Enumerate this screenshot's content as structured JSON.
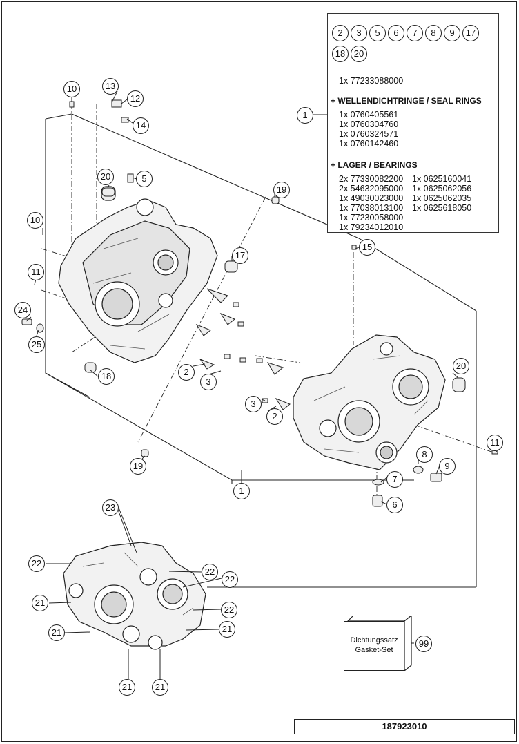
{
  "callouts": [
    {
      "id": "c10a",
      "label": "10"
    },
    {
      "id": "c13",
      "label": "13"
    },
    {
      "id": "c12",
      "label": "12"
    },
    {
      "id": "c14",
      "label": "14"
    },
    {
      "id": "c20a",
      "label": "20"
    },
    {
      "id": "c5",
      "label": "5"
    },
    {
      "id": "c19a",
      "label": "19"
    },
    {
      "id": "c10b",
      "label": "10"
    },
    {
      "id": "c17",
      "label": "17"
    },
    {
      "id": "c11a",
      "label": "11"
    },
    {
      "id": "c24",
      "label": "24"
    },
    {
      "id": "c25",
      "label": "25"
    },
    {
      "id": "c18",
      "label": "18"
    },
    {
      "id": "c2a",
      "label": "2"
    },
    {
      "id": "c3a",
      "label": "3"
    },
    {
      "id": "c19b",
      "label": "19"
    },
    {
      "id": "c15",
      "label": "15"
    },
    {
      "id": "c20b",
      "label": "20"
    },
    {
      "id": "c3b",
      "label": "3"
    },
    {
      "id": "c2b",
      "label": "2"
    },
    {
      "id": "c11b",
      "label": "11"
    },
    {
      "id": "c8",
      "label": "8"
    },
    {
      "id": "c9",
      "label": "9"
    },
    {
      "id": "c7",
      "label": "7"
    },
    {
      "id": "c6",
      "label": "6"
    },
    {
      "id": "c1main",
      "label": "1"
    },
    {
      "id": "c1kit",
      "label": "1"
    },
    {
      "id": "c23",
      "label": "23"
    },
    {
      "id": "c22a",
      "label": "22"
    },
    {
      "id": "c22b",
      "label": "22"
    },
    {
      "id": "c22c",
      "label": "22"
    },
    {
      "id": "c22d",
      "label": "22"
    },
    {
      "id": "c21a",
      "label": "21"
    },
    {
      "id": "c21b",
      "label": "21"
    },
    {
      "id": "c21c",
      "label": "21"
    },
    {
      "id": "c21d",
      "label": "21"
    },
    {
      "id": "c21e",
      "label": "21"
    },
    {
      "id": "c99",
      "label": "99"
    }
  ],
  "kit": {
    "included_callouts": [
      "2",
      "3",
      "5",
      "6",
      "7",
      "8",
      "9",
      "17",
      "18",
      "20"
    ],
    "main_part": "1x 77233088000",
    "seal_heading": "+ WELLENDICHTRINGE / SEAL RINGS",
    "seal_rings": [
      "1x 0760405561",
      "1x 0760304760",
      "1x 0760324571",
      "1x 0760142460"
    ],
    "bearing_heading": "+ LAGER / BEARINGS",
    "bearings_col1": [
      "2x 77330082200",
      "2x 54632095000",
      "1x 49030023000",
      "1x 77038013100",
      "1x 77230058000",
      "1x 79234012010"
    ],
    "bearings_col2": [
      "1x 0625160041",
      "1x 0625062056",
      "1x 0625062035",
      "1x 0625618050"
    ]
  },
  "gasket_set": {
    "label_de": "Dichtungssatz",
    "label_en": "Gasket-Set"
  },
  "drawing_number": "187923010",
  "colors": {
    "line": "#222222",
    "part_fill": "#f2f2f2",
    "shade": "#9a9a9a"
  }
}
